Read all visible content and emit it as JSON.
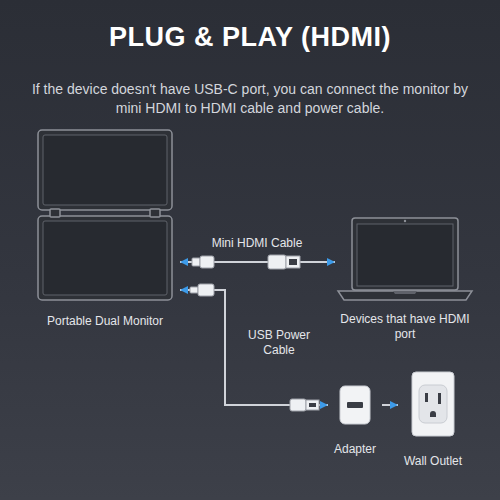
{
  "diagram": {
    "title": "PLUG & PLAY (HDMI)",
    "nodes": [
      {
        "text": [
          "Portable Dual Monitor"
        ]
      },
      {
        "text": [
          "Devices that have HDMI port"
        ]
      },
      {
        "text": [
          "Adapter"
        ]
      },
      {
        "text": [
          "Wall Outlet"
        ]
      }
    ],
    "edges": [
      {
        "from": 0,
        "to": 1,
        "label": "Mini HDMI Cable",
        "arrow": "both"
      },
      {
        "from": 0,
        "to": 2,
        "label": "USB Power Cable",
        "arrow": "both"
      },
      {
        "from": 2,
        "to": 3,
        "arrow": "to"
      }
    ],
    "labels": [
      "If the device doesn't have USB-C port, you can connect the monitor by mini HDMI to HDMI cable and power cable."
    ]
  }
}
